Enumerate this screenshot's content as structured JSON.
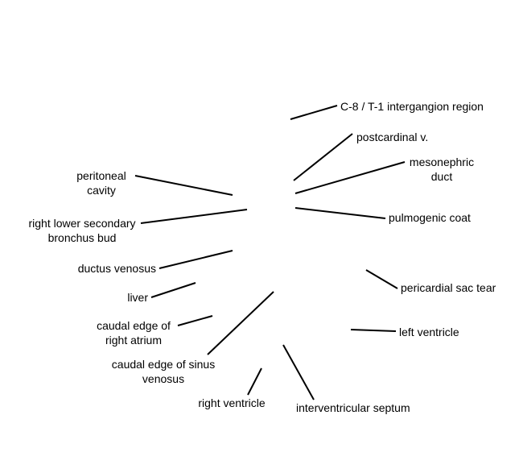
{
  "diagram": {
    "line_color": "#000000",
    "text_color": "#000000",
    "background": "#ffffff",
    "labels": {
      "c8_t1": "C-8 / T-1 intergangion region",
      "postcardinal": "postcardinal v.",
      "mesonephric": [
        "mesonephric",
        "duct"
      ],
      "peritoneal": [
        "peritoneal",
        "cavity"
      ],
      "bronchus": [
        "right lower secondary",
        "bronchus bud"
      ],
      "pulmogenic": "pulmogenic coat",
      "ductus": "ductus venosus",
      "liver": "liver",
      "pericardial": "pericardial sac tear",
      "caudal_atrium": [
        "caudal edge of",
        "right atrium"
      ],
      "left_ventricle": "left ventricle",
      "caudal_sinus": [
        "caudal edge of sinus",
        "venosus"
      ],
      "right_ventricle": "right ventricle",
      "interventricular": "interventricular septum"
    }
  }
}
